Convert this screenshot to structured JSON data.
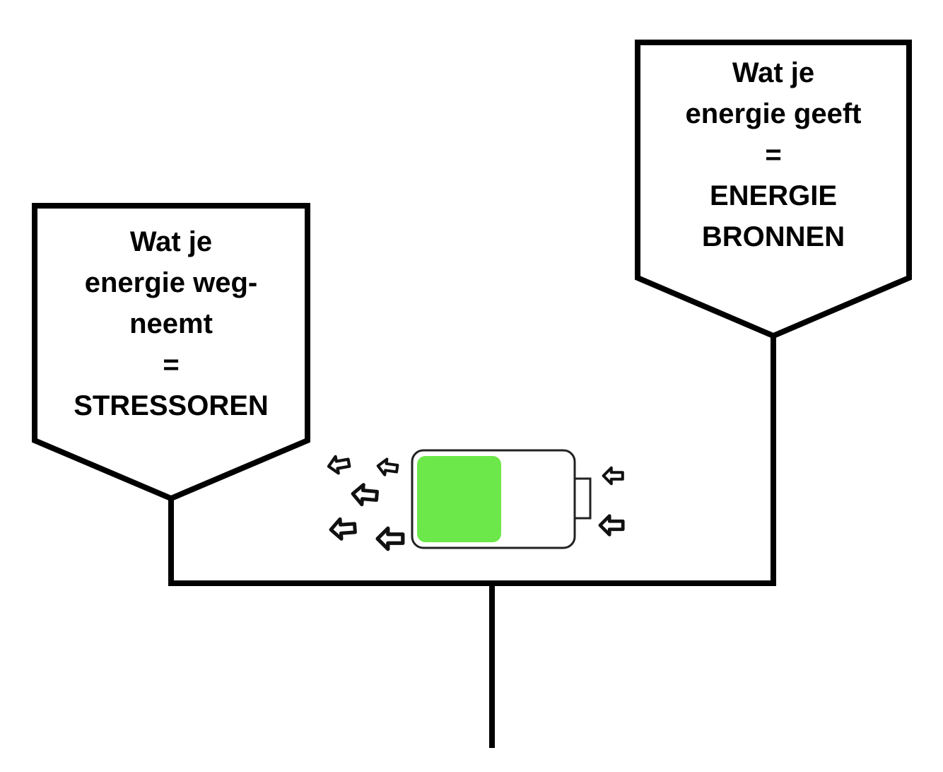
{
  "stressors_box": {
    "lines": [
      "Wat je",
      "energie weg-",
      "neemt",
      "=",
      "STRESSOREN"
    ]
  },
  "resources_box": {
    "lines": [
      "Wat je",
      "energie geeft",
      "=",
      "ENERGIE",
      "BRONNEN"
    ]
  },
  "battery": {
    "charge_fraction": 0.55,
    "fill_color": "#6de84b",
    "outline_color": "#222222"
  },
  "arrow_icons": {
    "left_group": "arrow-left-icon",
    "right_group": "arrow-left-icon"
  },
  "colors": {
    "line": "#000000",
    "background": "#ffffff"
  }
}
